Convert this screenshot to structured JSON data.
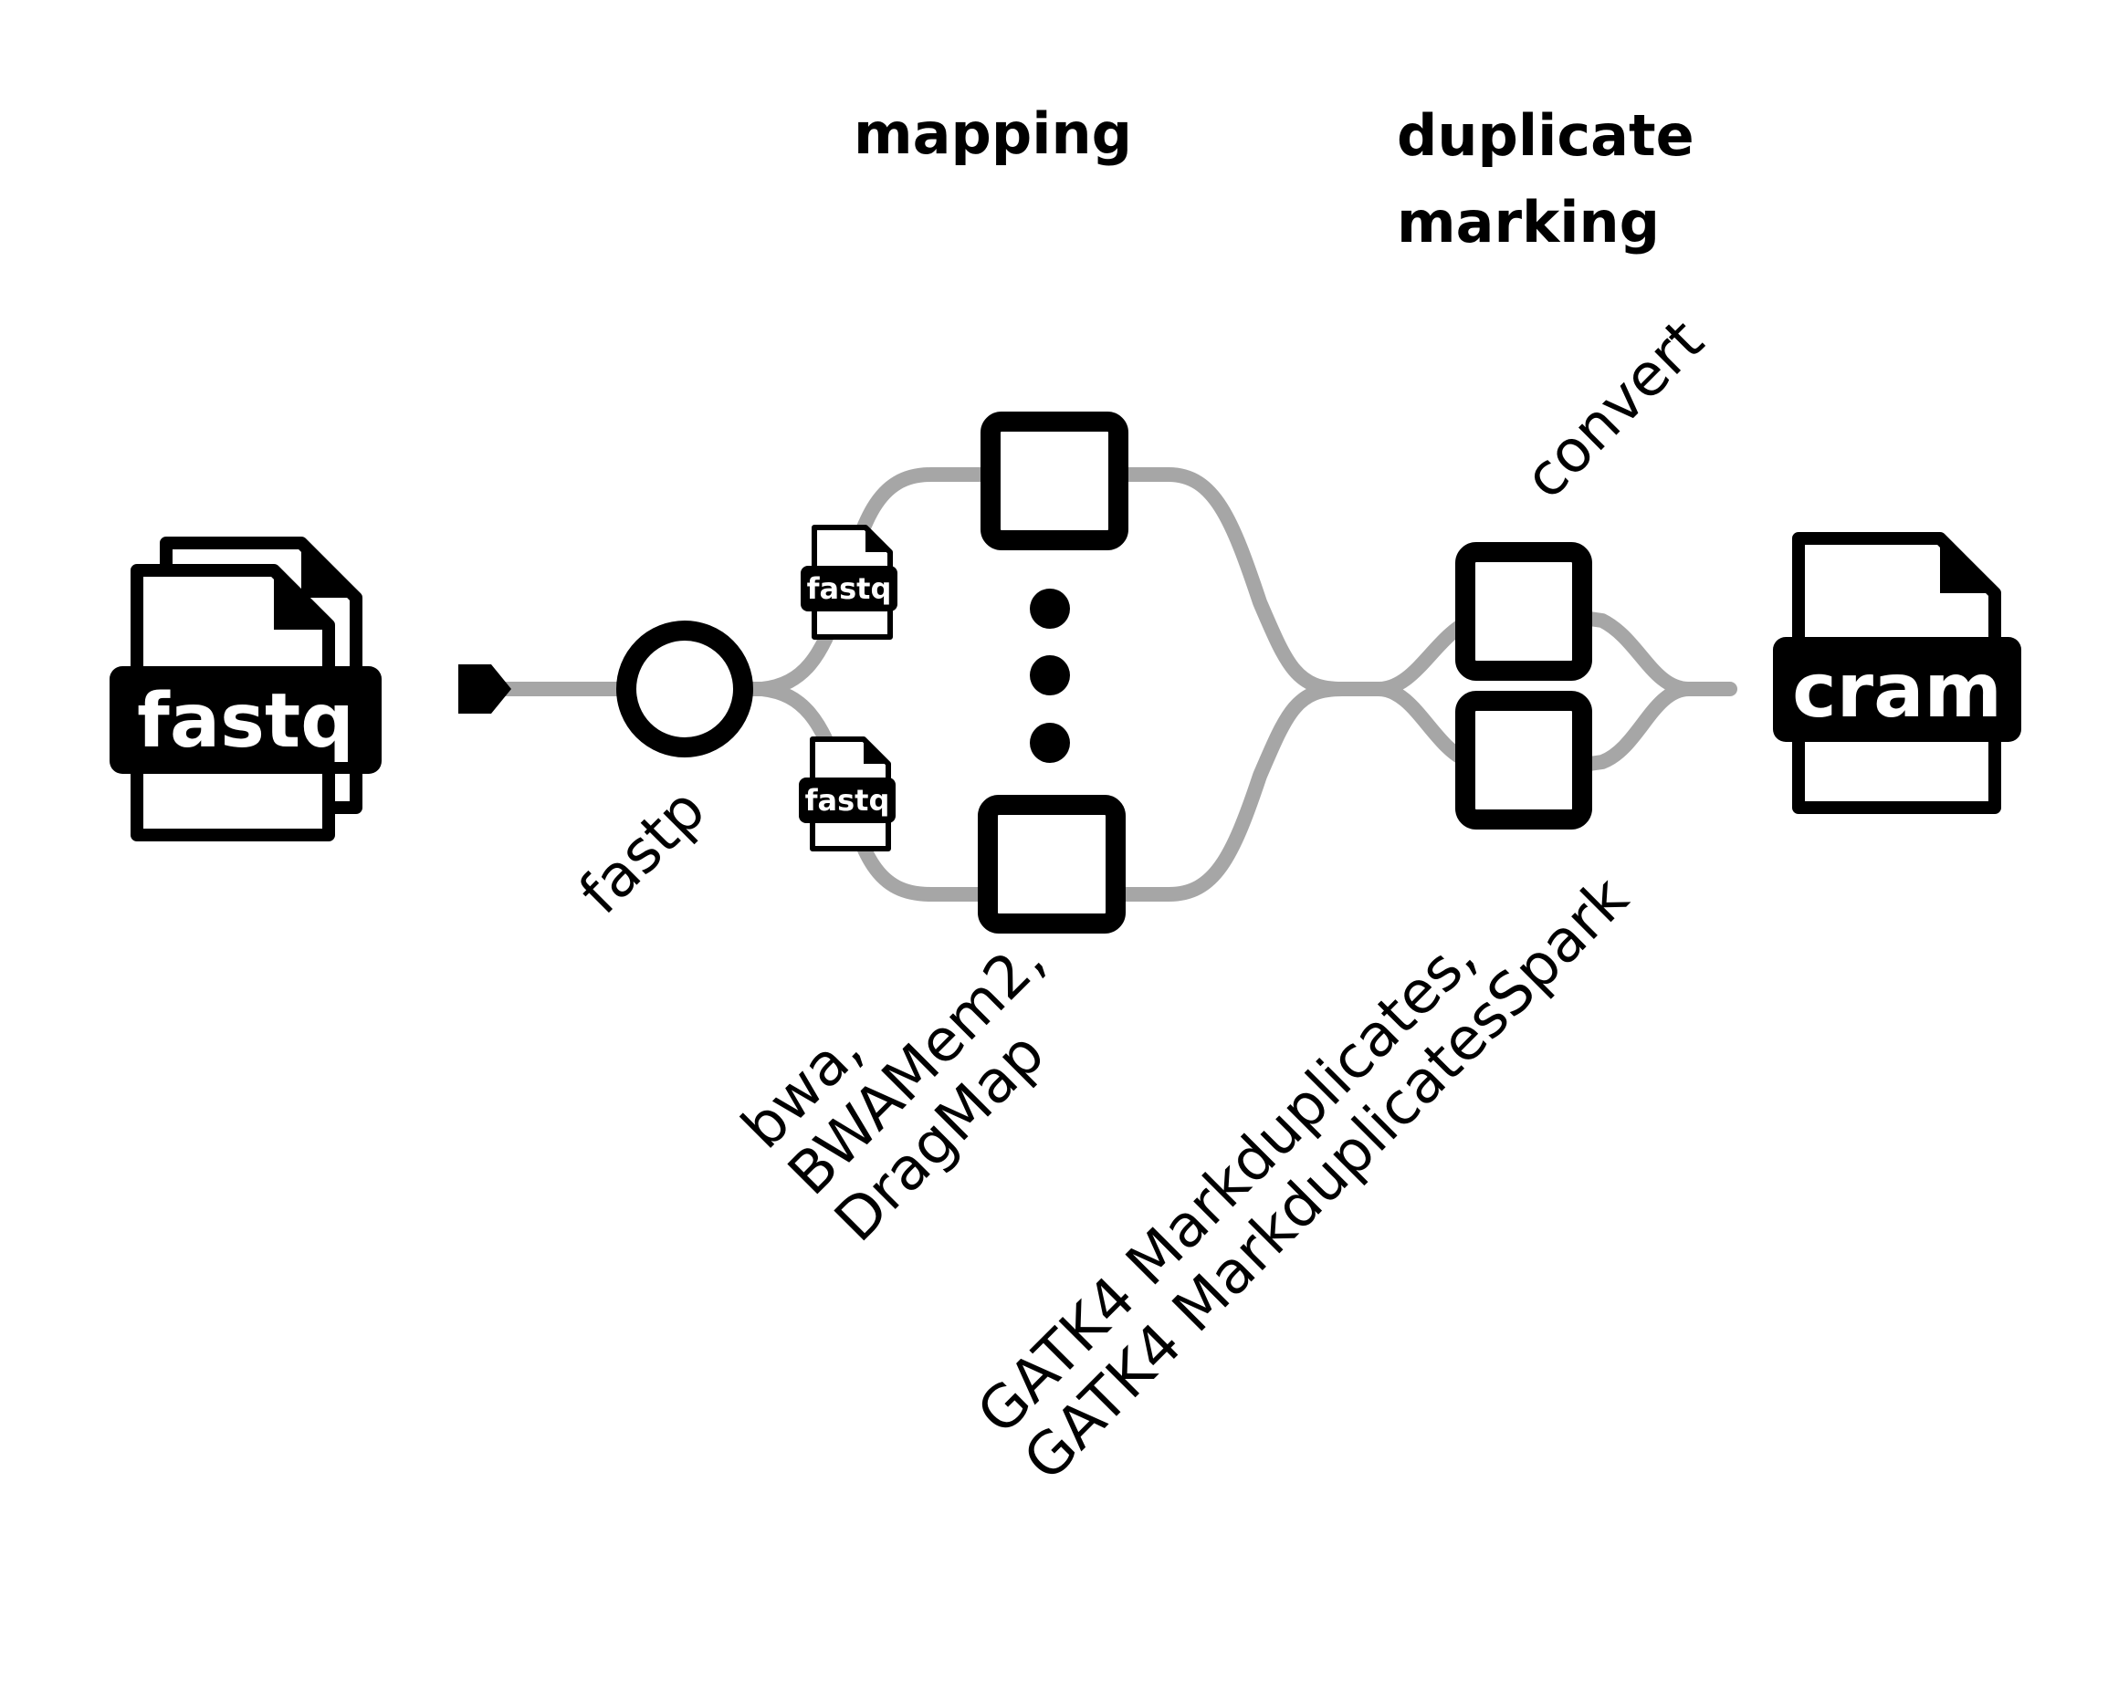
{
  "stages": {
    "mapping": "mapping",
    "duplicate_marking_line1": "duplicate",
    "duplicate_marking_line2": "marking"
  },
  "tools": {
    "fastp": "fastp",
    "mapping_line1": "bwa,",
    "mapping_line2": "BWAMem2,",
    "mapping_line3": "DragMap",
    "convert": "convert",
    "markdup_line1": "GATK4 Markduplicates,",
    "markdup_line2": "GATK4 MarkduplicatesSpark"
  },
  "files": {
    "input": "fastq",
    "split_top": "fastq",
    "split_bottom": "fastq",
    "output": "cram"
  },
  "colors": {
    "line": "#a6a6a6",
    "ink": "#000000",
    "background": "#ffffff"
  }
}
